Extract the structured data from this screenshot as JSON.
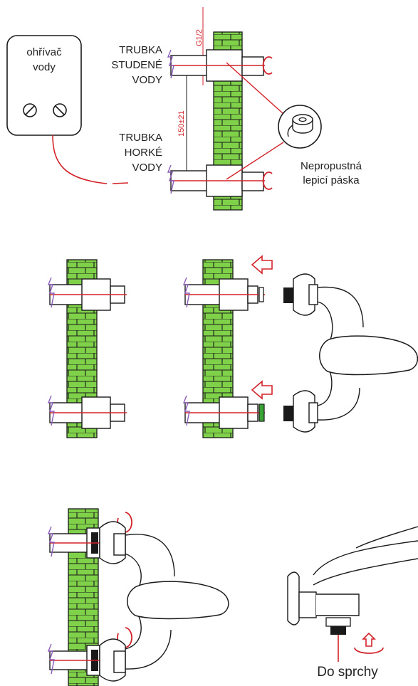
{
  "labels": {
    "heater": [
      "ohřívač",
      "vody"
    ],
    "cold_pipe": [
      "TRUBKA",
      "STUDENÉ",
      "VODY"
    ],
    "hot_pipe": [
      "TRUBKA",
      "HORKÉ",
      "VODY"
    ],
    "thread_size": "G1/2",
    "spacing": "150±21",
    "tape": [
      "Nepropustná",
      "lepicí páska"
    ],
    "shower": "Do sprchy"
  },
  "colors": {
    "wall_fill": "#7fd14a",
    "wall_line": "#1a1a1a",
    "accent_red": "#d3232a",
    "wall_edge": "#8a5bb8",
    "seal_green": "#3aa335"
  },
  "icons": [
    "rotation-arrow-icon",
    "insert-arrow-icon",
    "tape-roll-icon",
    "up-rotate-arrow-icon"
  ]
}
